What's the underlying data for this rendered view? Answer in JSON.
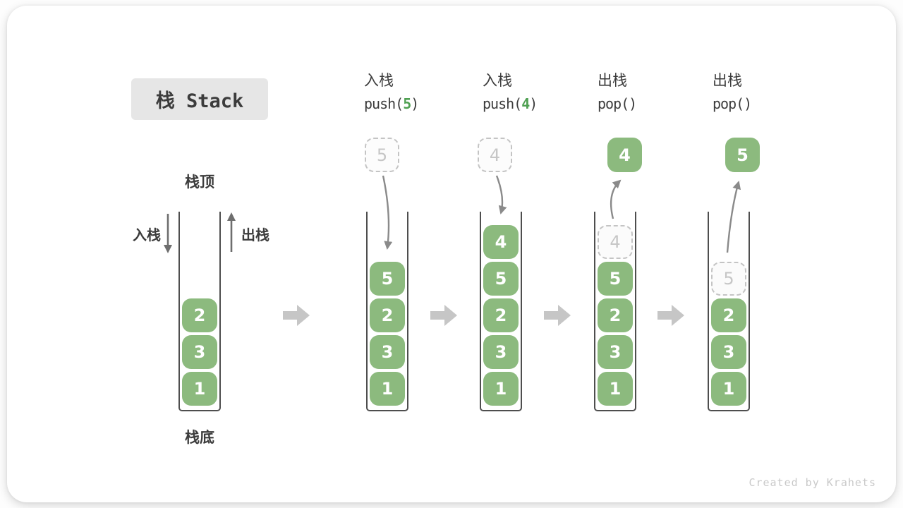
{
  "title": "栈 Stack",
  "watermark": "Created by Krahets",
  "diagram": {
    "stack_top_label": "栈顶",
    "stack_bottom_label": "栈底",
    "push_label": "入栈",
    "pop_label": "出栈"
  },
  "colors": {
    "cell_green": "#8CBA7E",
    "code_green": "#4FA052",
    "title_bg": "#E6E6E6",
    "text_dark": "#3C3C3C",
    "arrow_gray": "#C6C6C6",
    "curve_gray": "#8A8A8A",
    "dashed_border": "#C4C4C4",
    "ghost_text": "#C6C6C6",
    "watermark_gray": "#C9C9C9"
  },
  "columns": [
    {
      "name": "initial-stack",
      "cells": [
        {
          "value": "2"
        },
        {
          "value": "3"
        },
        {
          "value": "1"
        }
      ]
    },
    {
      "name": "push-5",
      "header": {
        "label": "入栈",
        "code_prefix": "push(",
        "code_arg": "5",
        "code_suffix": ")"
      },
      "float_value": "5",
      "cells": [
        {
          "value": "5"
        },
        {
          "value": "2"
        },
        {
          "value": "3"
        },
        {
          "value": "1"
        }
      ]
    },
    {
      "name": "push-4",
      "header": {
        "label": "入栈",
        "code_prefix": "push(",
        "code_arg": "4",
        "code_suffix": ")"
      },
      "float_value": "4",
      "cells": [
        {
          "value": "4"
        },
        {
          "value": "5"
        },
        {
          "value": "2"
        },
        {
          "value": "3"
        },
        {
          "value": "1"
        }
      ]
    },
    {
      "name": "pop-4",
      "header": {
        "label": "出栈",
        "code_prefix": "pop()",
        "code_arg": "",
        "code_suffix": ""
      },
      "float_value": "4",
      "cells": [
        {
          "value": "4",
          "removed": true
        },
        {
          "value": "5"
        },
        {
          "value": "2"
        },
        {
          "value": "3"
        },
        {
          "value": "1"
        }
      ]
    },
    {
      "name": "pop-5",
      "header": {
        "label": "出栈",
        "code_prefix": "pop()",
        "code_arg": "",
        "code_suffix": ""
      },
      "float_value": "5",
      "cells": [
        {
          "value": "5",
          "removed": true
        },
        {
          "value": "2"
        },
        {
          "value": "3"
        },
        {
          "value": "1"
        }
      ]
    }
  ]
}
